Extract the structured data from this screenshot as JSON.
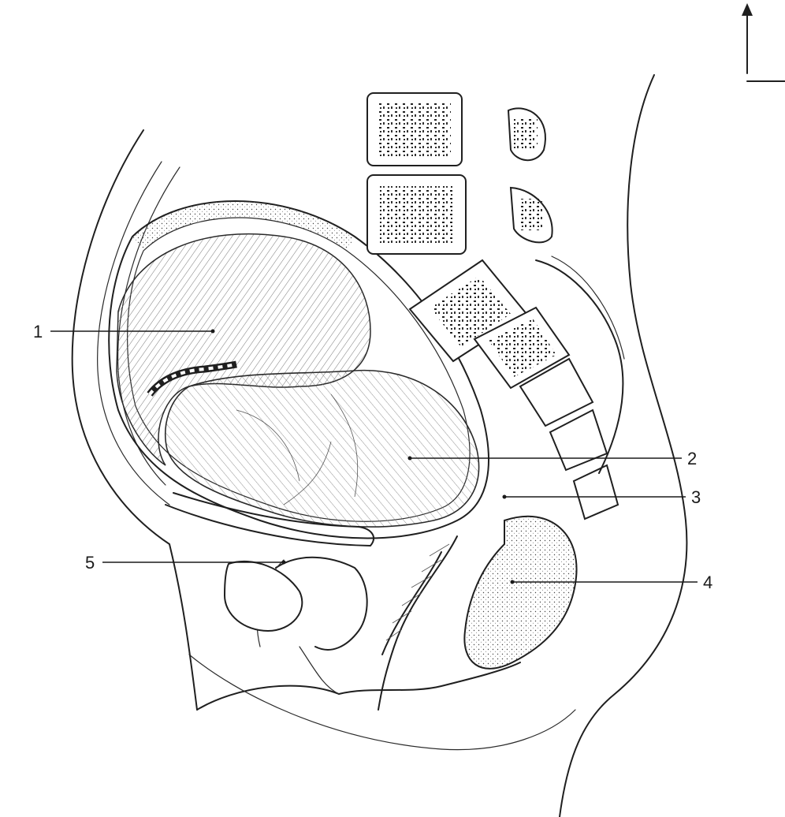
{
  "labels": [
    {
      "id": "1",
      "text": "1"
    },
    {
      "id": "2",
      "text": "2"
    },
    {
      "id": "3",
      "text": "3"
    },
    {
      "id": "4",
      "text": "4"
    },
    {
      "id": "5",
      "text": "5"
    }
  ],
  "colors": {
    "ink": "#1f1f1f",
    "paper": "#ffffff"
  }
}
